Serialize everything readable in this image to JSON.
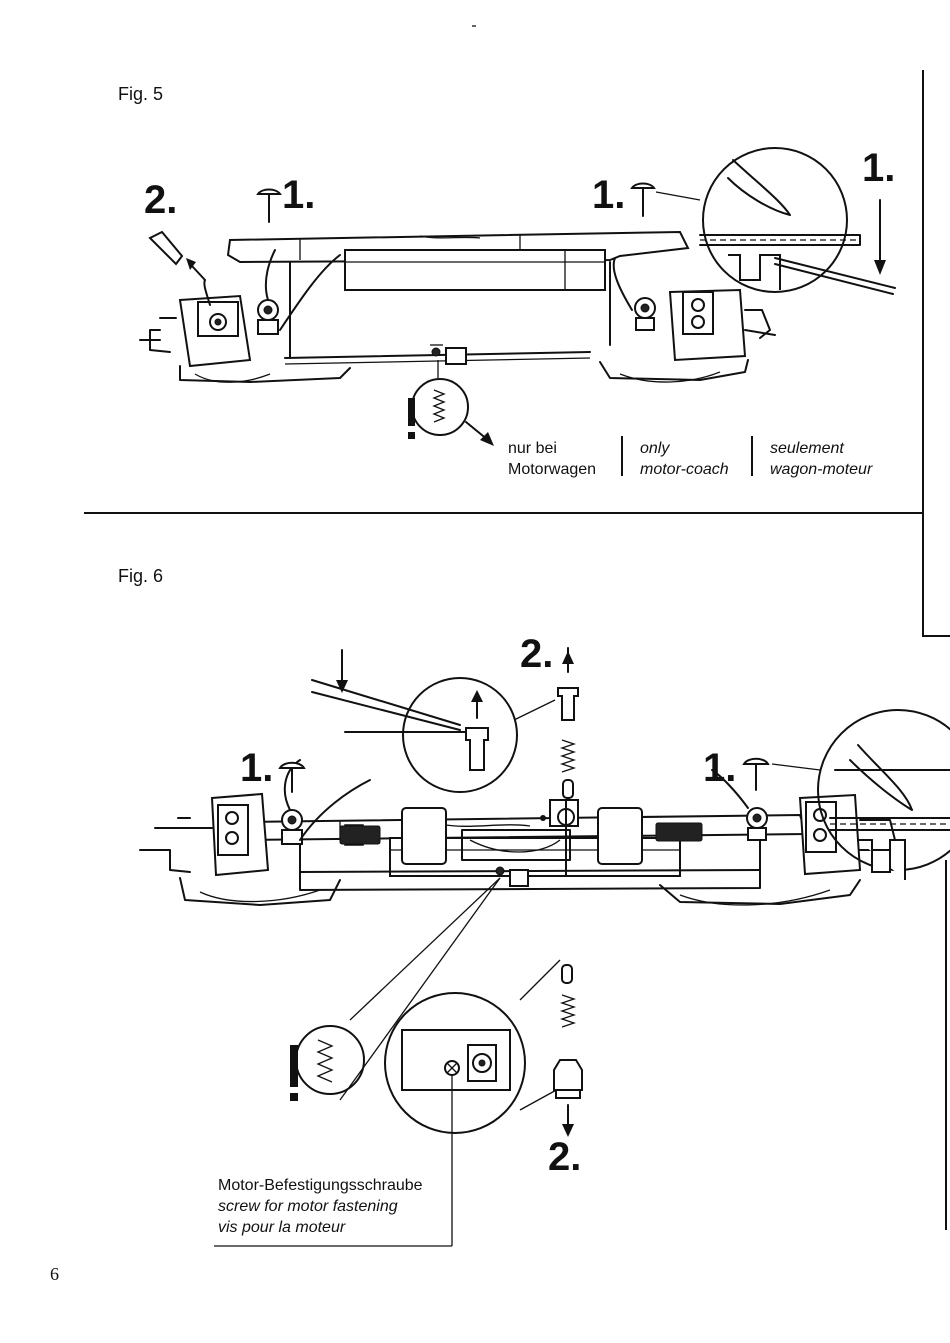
{
  "fig5": {
    "label": "Fig. 5",
    "steps": [
      "2.",
      "1.",
      "1.",
      "1."
    ],
    "note": {
      "de_line1": "nur bei",
      "de_line2": "Motorwagen",
      "en_line1": "only",
      "en_line2": "motor-coach",
      "fr_line1": "seulement",
      "fr_line2": "wagon-moteur"
    }
  },
  "fig6": {
    "label": "Fig. 6",
    "steps": [
      "2.",
      "1.",
      "1.",
      "2."
    ],
    "screw_caption": {
      "de": "Motor-Befestigungsschraube",
      "en": "screw for motor fastening",
      "fr": "vis pour la moteur"
    }
  },
  "page_number": "6"
}
